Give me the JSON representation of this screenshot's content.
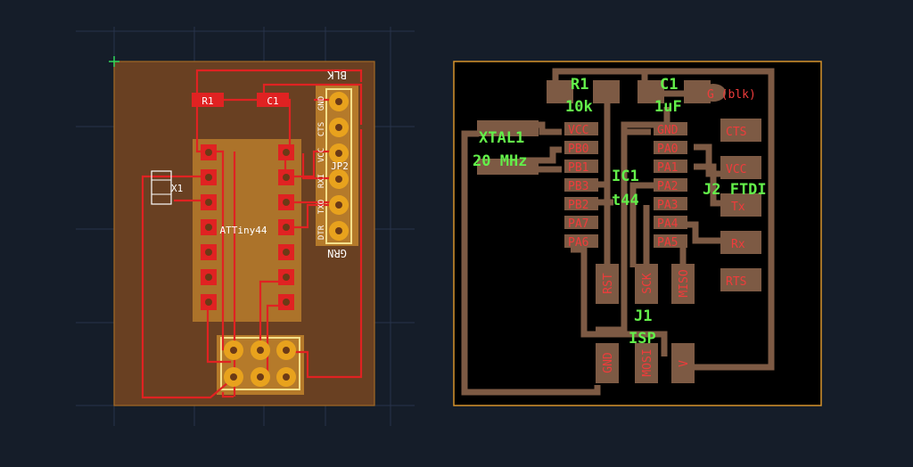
{
  "left_board": {
    "components": {
      "r1": "R1",
      "c1": "C1",
      "x1": "X1",
      "ic": "ATTiny44",
      "jp2": "JP2"
    },
    "header_top": "BLK",
    "header_bottom": "GRN",
    "header_pins": [
      "GND",
      "CTS",
      "VCC",
      "RXI",
      "TXO",
      "DTR"
    ]
  },
  "right_board": {
    "r1_ref": "R1",
    "r1_val": "10k",
    "c1_ref": "C1",
    "c1_val": "1uF",
    "g_label": "G (blk)",
    "xtal_ref": "XTAL1",
    "xtal_val": "20 MHz",
    "ic_ref": "IC1",
    "ic_val": "t44",
    "ic_left_pins": [
      "VCC",
      "PB0",
      "PB1",
      "PB3",
      "PB2",
      "PA7",
      "PA6"
    ],
    "ic_right_pins": [
      "GND",
      "PA0",
      "PA1",
      "PA2",
      "PA3",
      "PA4",
      "PA5"
    ],
    "ftdi_label": "J2 FTDI",
    "ftdi_pins": [
      "CTS",
      "VCC",
      "Tx",
      "Rx",
      "RTS"
    ],
    "isp_ref": "J1",
    "isp_val": "ISP",
    "isp_pins": [
      "RST",
      "SCK",
      "MISO",
      "GND",
      "MOSI",
      "V"
    ]
  }
}
